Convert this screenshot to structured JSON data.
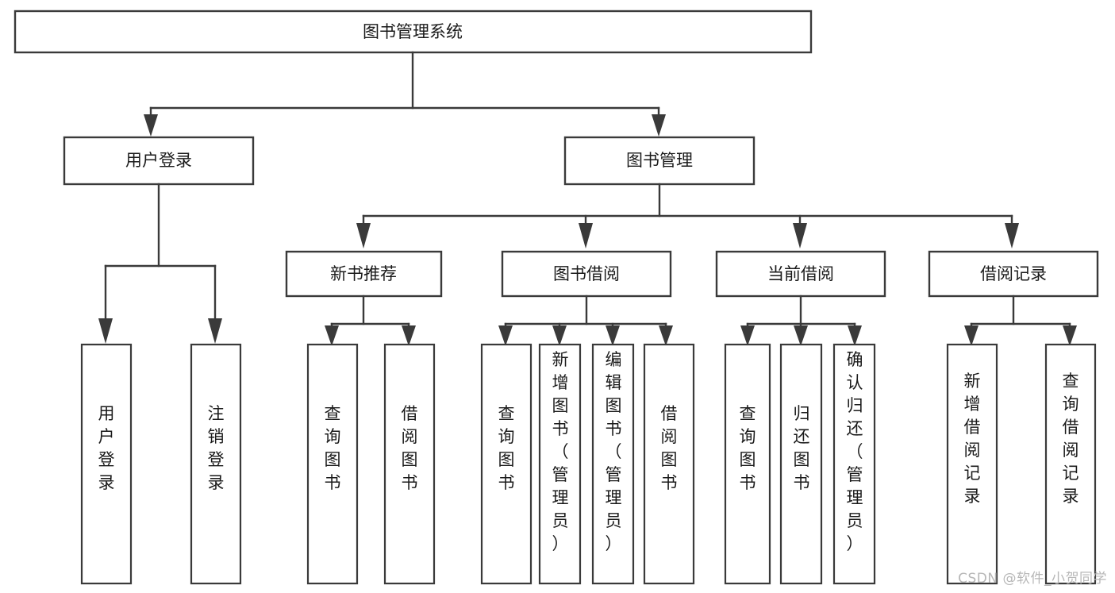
{
  "diagram": {
    "title": "图书管理系统",
    "type": "hierarchy-tree",
    "watermark": "CSDN @软件_小贺同学",
    "colors": {
      "box_stroke": "#3a3a3a",
      "box_fill": "#ffffff",
      "text": "#1a1a1a",
      "watermark": "#b7b7b7",
      "background": "#ffffff"
    },
    "levels": {
      "level1": [
        {
          "id": "root",
          "label": "图书管理系统"
        }
      ],
      "level2": [
        {
          "id": "user-login",
          "label": "用户登录",
          "parent": "root"
        },
        {
          "id": "book-manage",
          "label": "图书管理",
          "parent": "root"
        }
      ],
      "level3": [
        {
          "id": "new-book-rec",
          "label": "新书推荐",
          "parent": "book-manage"
        },
        {
          "id": "book-borrow",
          "label": "图书借阅",
          "parent": "book-manage"
        },
        {
          "id": "current-borrow",
          "label": "当前借阅",
          "parent": "book-manage"
        },
        {
          "id": "borrow-record",
          "label": "借阅记录",
          "parent": "book-manage"
        }
      ],
      "level4": [
        {
          "id": "leaf-user-login",
          "label": "用户登录",
          "parent": "user-login"
        },
        {
          "id": "leaf-user-logout",
          "label": "注销登录",
          "parent": "user-login"
        },
        {
          "id": "leaf-query-book-1",
          "label": "查询图书",
          "parent": "new-book-rec"
        },
        {
          "id": "leaf-borrow-book-1",
          "label": "借阅图书",
          "parent": "new-book-rec"
        },
        {
          "id": "leaf-query-book-2",
          "label": "查询图书",
          "parent": "book-borrow"
        },
        {
          "id": "leaf-add-book",
          "label": "新增图书（管理员）",
          "parent": "book-borrow"
        },
        {
          "id": "leaf-edit-book",
          "label": "编辑图书（管理员）",
          "parent": "book-borrow"
        },
        {
          "id": "leaf-borrow-book-2",
          "label": "借阅图书",
          "parent": "book-borrow"
        },
        {
          "id": "leaf-query-book-3",
          "label": "查询图书",
          "parent": "current-borrow"
        },
        {
          "id": "leaf-return-book",
          "label": "归还图书",
          "parent": "current-borrow"
        },
        {
          "id": "leaf-confirm-return",
          "label": "确认归还（管理员）",
          "parent": "current-borrow"
        },
        {
          "id": "leaf-add-record",
          "label": "新增借阅记录",
          "parent": "borrow-record"
        },
        {
          "id": "leaf-query-record",
          "label": "查询借阅记录",
          "parent": "borrow-record"
        }
      ]
    }
  }
}
